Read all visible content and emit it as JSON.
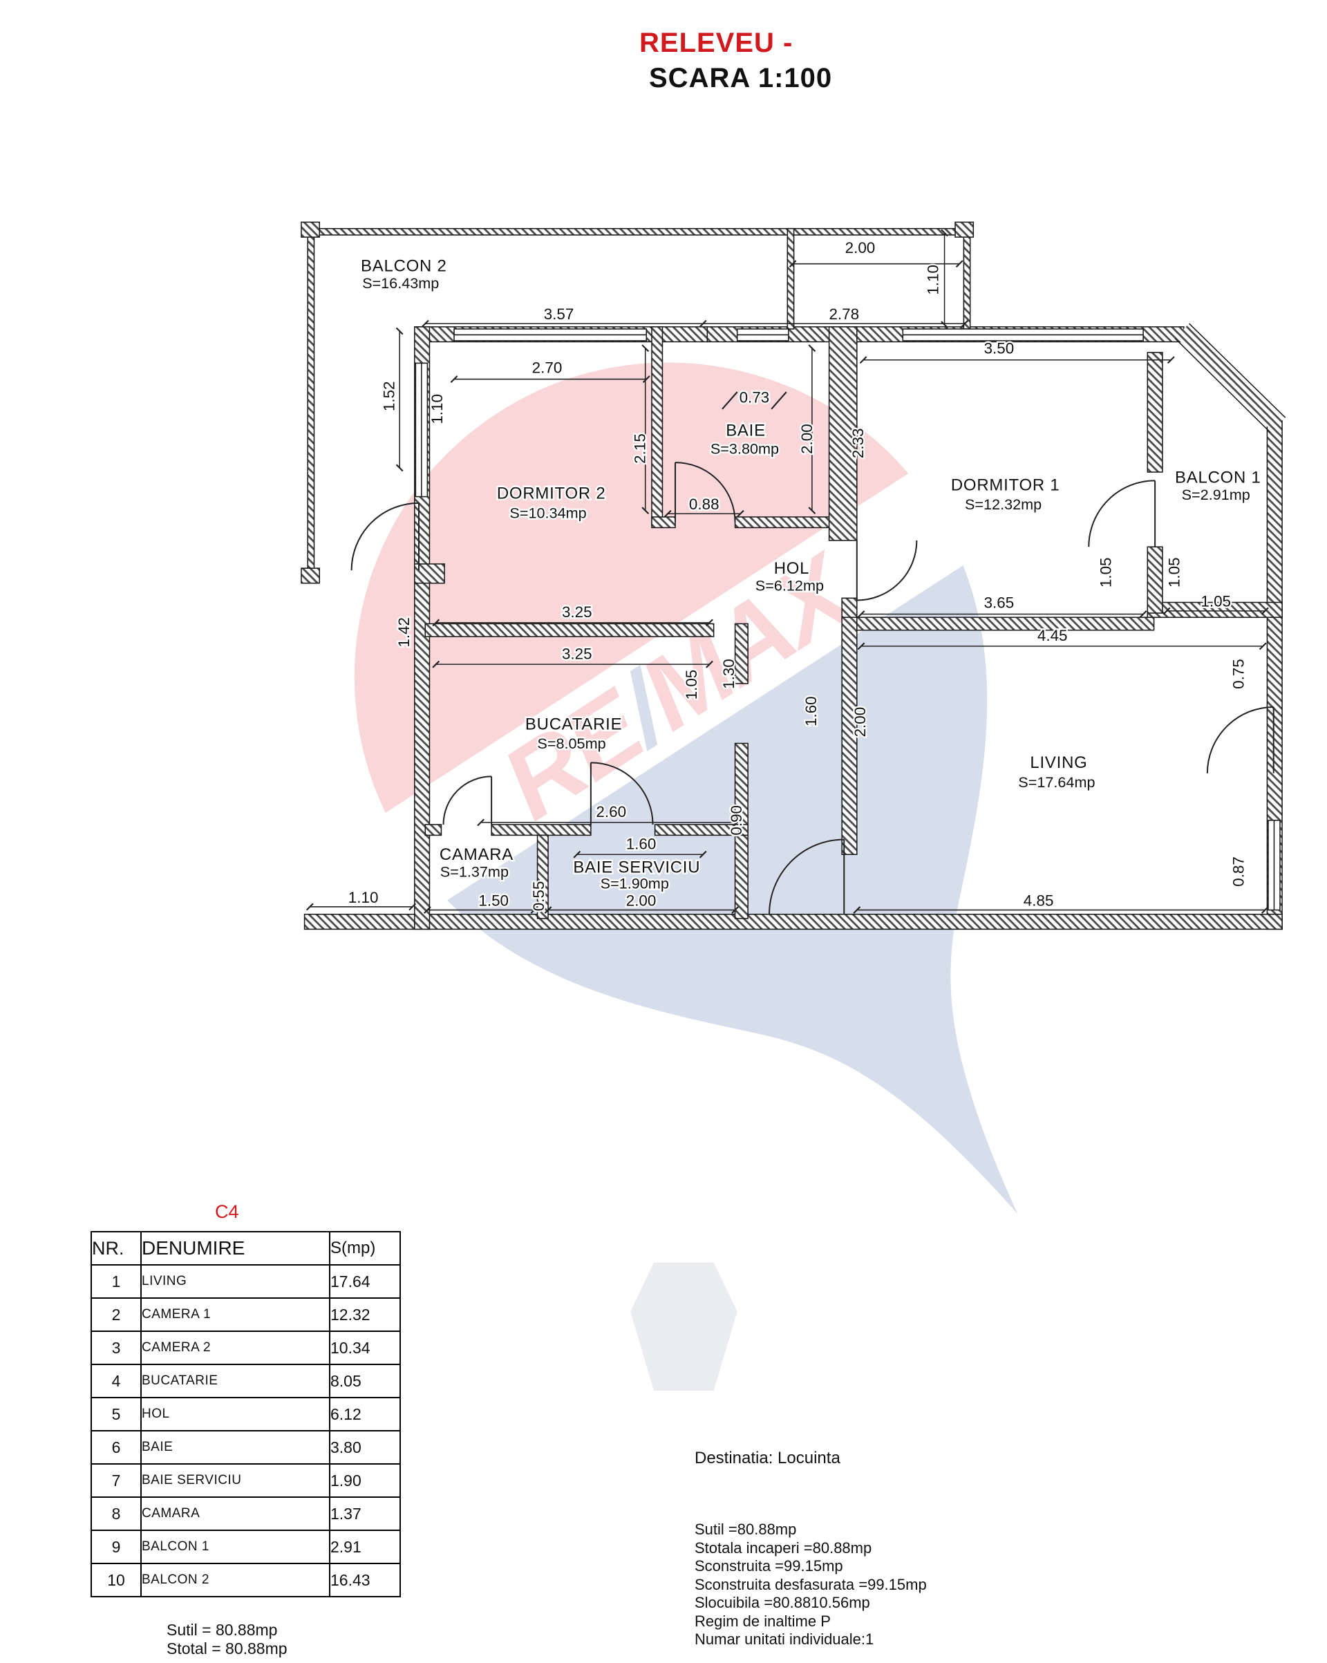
{
  "title": {
    "line1": "RELEVEU -",
    "line2": "SCARA 1:100"
  },
  "plan": {
    "rooms": {
      "balcon2": {
        "name": "BALCON 2",
        "area": "S=16.43mp"
      },
      "dormitor2": {
        "name": "DORMITOR 2",
        "area": "S=10.34mp"
      },
      "baie": {
        "name": "BAIE",
        "area": "S=3.80mp"
      },
      "dormitor1": {
        "name": "DORMITOR 1",
        "area": "S=12.32mp"
      },
      "balcon1": {
        "name": "BALCON 1",
        "area": "S=2.91mp"
      },
      "hol": {
        "name": "HOL",
        "area": "S=6.12mp"
      },
      "bucatarie": {
        "name": "BUCATARIE",
        "area": "S=8.05mp"
      },
      "living": {
        "name": "LIVING",
        "area": "S=17.64mp"
      },
      "camara": {
        "name": "CAMARA",
        "area": "S=1.37mp"
      },
      "baieserv": {
        "name": "BAIE SERVICIU",
        "area": "S=1.90mp"
      }
    },
    "dims": {
      "top200": "2.00",
      "top110": "1.10",
      "d357": "3.57",
      "d278": "2.78",
      "d350": "3.50",
      "d270": "2.70",
      "d152": "1.52",
      "d110b": "1.10",
      "d215": "2.15",
      "d073": "0.73",
      "d200a": "2.00",
      "d233": "2.33",
      "d088": "0.88",
      "d105a": "1.05",
      "d105b": "1.05",
      "d105c": "1.05",
      "d365": "3.65",
      "d445": "4.45",
      "d325a": "3.25",
      "d325b": "3.25",
      "d142": "1.42",
      "d105d": "1.05",
      "d130": "1.30",
      "d160a": "1.60",
      "d200b": "2.00",
      "d075": "0.75",
      "d260": "2.60",
      "d090": "0.90",
      "d160b": "1.60",
      "d110c": "1.10",
      "d150": "1.50",
      "d055": "0.55",
      "d200c": "2.00",
      "d485": "4.85",
      "d087": "0.87"
    }
  },
  "watermark": {
    "re": "RE",
    "slash": "/",
    "max": "MAX",
    "red": "#e01a22",
    "blue": "#123f8f"
  },
  "table": {
    "label": "C4",
    "headers": [
      "NR.",
      "DENUMIRE",
      "S(mp)"
    ],
    "rows": [
      [
        "1",
        "LIVING",
        "17.64"
      ],
      [
        "2",
        "CAMERA 1",
        "12.32"
      ],
      [
        "3",
        "CAMERA 2",
        "10.34"
      ],
      [
        "4",
        "BUCATARIE",
        "8.05"
      ],
      [
        "5",
        "HOL",
        "6.12"
      ],
      [
        "6",
        "BAIE",
        "3.80"
      ],
      [
        "7",
        "BAIE SERVICIU",
        "1.90"
      ],
      [
        "8",
        "CAMARA",
        "1.37"
      ],
      [
        "9",
        "BALCON 1",
        "2.91"
      ],
      [
        "10",
        "BALCON 2",
        "16.43"
      ]
    ],
    "footer": [
      "Sutil = 80.88mp",
      "Stotal = 80.88mp"
    ]
  },
  "details": {
    "destination": "Destinatia: Locuinta",
    "lines": [
      "Sutil  =80.88mp",
      "Stotala incaperi =80.88mp",
      "Sconstruita =99.15mp",
      "Sconstruita desfasurata =99.15mp",
      "Slocuibila  =80.8810.56mp",
      "Regim de inaltime P",
      "Numar unitati individuale:1"
    ]
  }
}
